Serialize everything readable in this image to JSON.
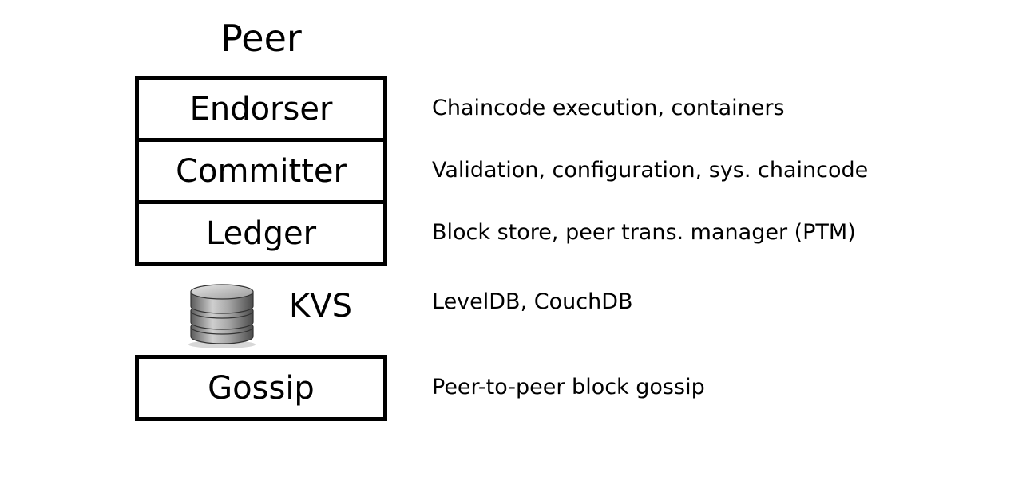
{
  "title": "Peer",
  "stack": {
    "endorser": "Endorser",
    "committer": "Committer",
    "ledger": "Ledger"
  },
  "kvs": {
    "label": "KVS",
    "icon": "database-icon"
  },
  "gossip": "Gossip",
  "descriptions": {
    "endorser": "Chaincode execution, containers",
    "committer": "Validation, configuration, sys. chaincode",
    "ledger": "Block store, peer trans. manager (PTM)",
    "kvs": "LevelDB, CouchDB",
    "gossip": "Peer-to-peer block gossip"
  }
}
